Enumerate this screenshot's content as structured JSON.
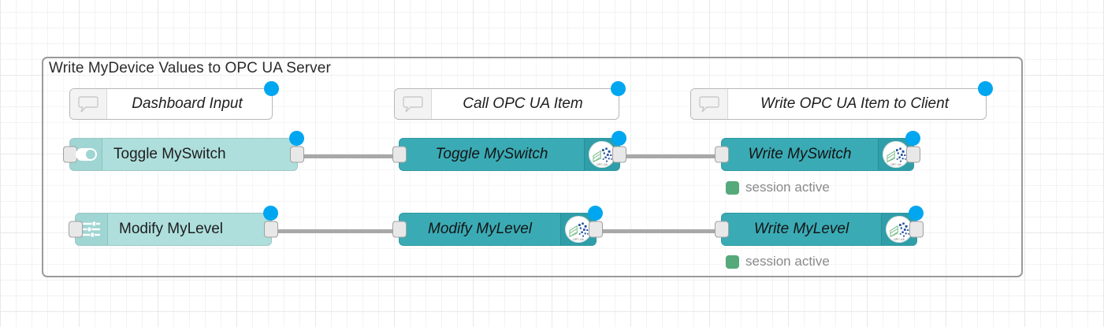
{
  "editor": {
    "name": "node-red-flow-canvas",
    "grid": true
  },
  "group": {
    "label": "Write MyDevice Values to OPC UA Server"
  },
  "comments": [
    {
      "id": "comment-dashboard-input",
      "label": "Dashboard Input",
      "icon": "comment-icon"
    },
    {
      "id": "comment-call-opcua-item",
      "label": "Call OPC UA Item",
      "icon": "comment-icon"
    },
    {
      "id": "comment-write-opcua-item",
      "label": "Write OPC UA Item to Client",
      "icon": "comment-icon"
    }
  ],
  "nodes": [
    {
      "id": "node-toggle-myswitch-input",
      "label": "Toggle MySwitch",
      "type": "dashboard-switch",
      "icon": "toggle-switch-icon"
    },
    {
      "id": "node-toggle-myswitch-opcua",
      "label": "Toggle MySwitch",
      "type": "opcua-item",
      "icon": "opcua-logo-icon"
    },
    {
      "id": "node-write-myswitch",
      "label": "Write MySwitch",
      "type": "opcua-client",
      "icon": "opcua-logo-icon"
    },
    {
      "id": "node-modify-mylevel-input",
      "label": "Modify MyLevel",
      "type": "dashboard-slider",
      "icon": "sliders-icon"
    },
    {
      "id": "node-modify-mylevel-opcua",
      "label": "Modify MyLevel",
      "type": "opcua-item",
      "icon": "opcua-logo-icon"
    },
    {
      "id": "node-write-mylevel",
      "label": "Write MyLevel",
      "type": "opcua-client",
      "icon": "opcua-logo-icon"
    }
  ],
  "statuses": [
    {
      "id": "status-write-myswitch",
      "text": "session active",
      "color": "#55a97a"
    },
    {
      "id": "status-write-mylevel",
      "text": "session active",
      "color": "#55a97a"
    }
  ],
  "colors": {
    "selection_dot": "#00a6f0",
    "dashboard_node": "#aedfdc",
    "opcua_node": "#3aabb5",
    "status_green": "#55a97a",
    "wire": "#a8a8a8",
    "group_border": "#9a9a9a"
  }
}
